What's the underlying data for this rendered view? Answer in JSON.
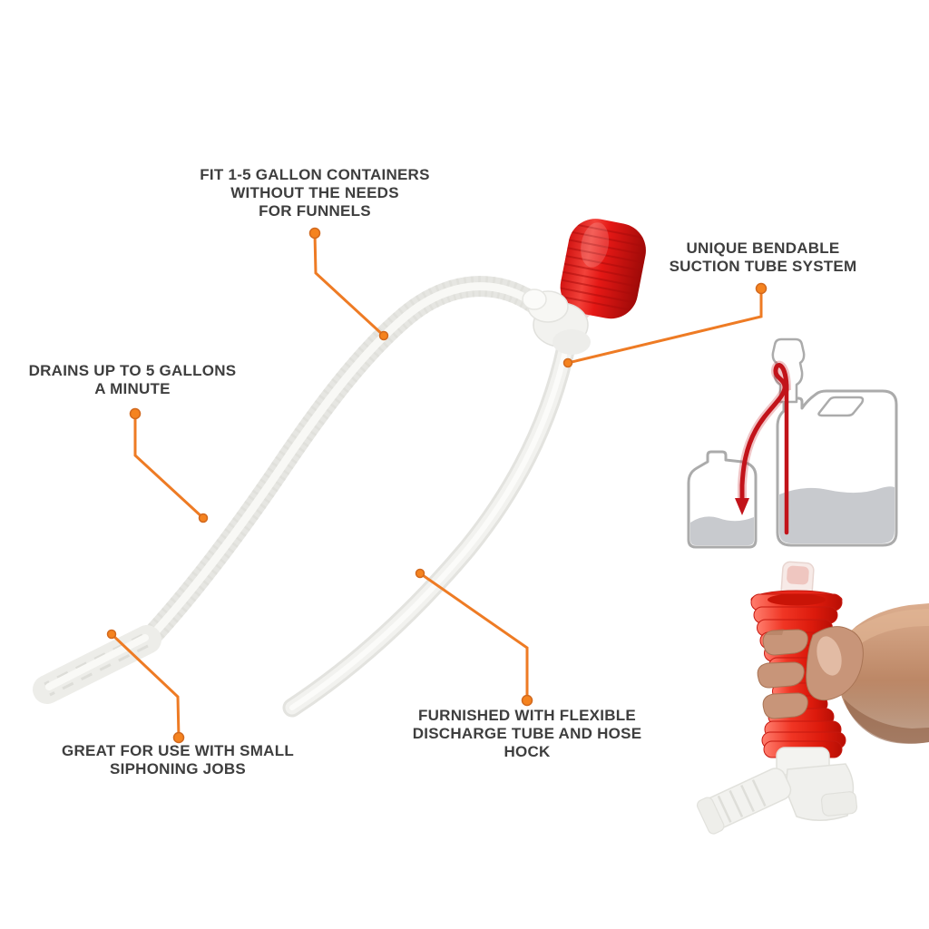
{
  "infographic": {
    "subject": "siphon pump product feature diagram",
    "background": "#FFFFFF"
  },
  "labels": {
    "fit": {
      "lines": [
        "FIT 1-5 GALLON CONTAINERS",
        "WITHOUT THE NEEDS",
        "FOR FUNNELS"
      ]
    },
    "unique": {
      "lines": [
        "UNIQUE BENDABLE",
        "SUCTION TUBE SYSTEM"
      ]
    },
    "drains": {
      "lines": [
        "DRAINS UP TO 5 GALLONS",
        "A MINUTE"
      ]
    },
    "great": {
      "lines": [
        "GREAT FOR USE WITH SMALL",
        "SIPHONING JOBS"
      ]
    },
    "furnished": {
      "lines": [
        "FURNISHED WITH FLEXIBLE",
        "DISCHARGE TUBE AND HOSE",
        "HOCK"
      ]
    }
  },
  "colors": {
    "accent_orange": "#EE7B24",
    "accent_orange_dot": "#F5831F",
    "label_text": "#3E3E3E",
    "product_red": "#D61414",
    "diagram_red": "#C2131A",
    "diagram_outline_gray": "#ABABAB",
    "diagram_liquid_gray": "#C8CACE",
    "hand_pump_red": "#EF2718",
    "skin_tone": "#C89579",
    "tube_white": "#EFEFEC",
    "background": "#FFFFFF"
  }
}
